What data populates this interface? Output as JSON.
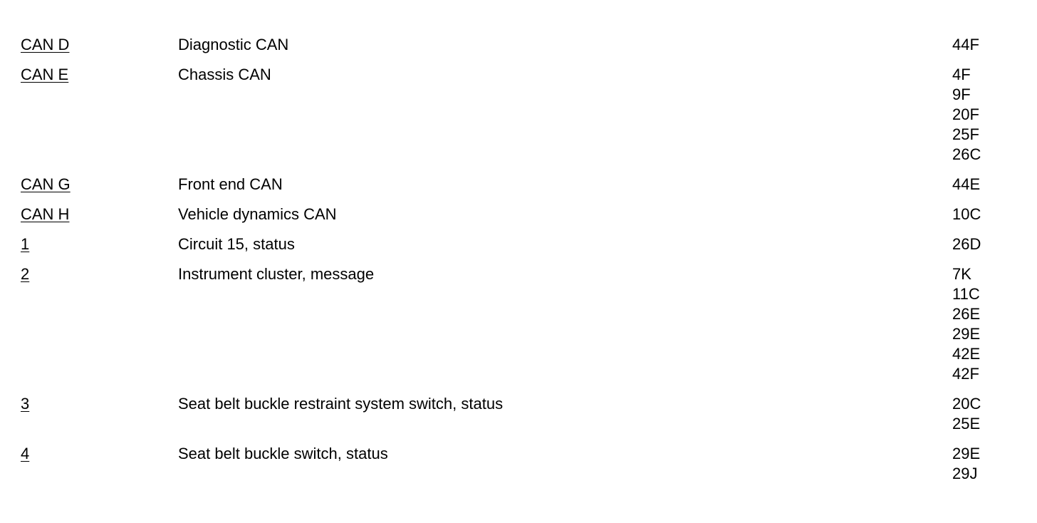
{
  "rows": [
    {
      "code": "CAN D",
      "description": "Diagnostic CAN",
      "refs": [
        "44F"
      ]
    },
    {
      "code": "CAN E",
      "description": "Chassis CAN",
      "refs": [
        "4F",
        "9F",
        "20F",
        "25F",
        "26C"
      ]
    },
    {
      "code": "CAN G",
      "description": "Front end CAN",
      "refs": [
        "44E"
      ]
    },
    {
      "code": "CAN H",
      "description": "Vehicle dynamics CAN",
      "refs": [
        "10C"
      ]
    },
    {
      "code": "1",
      "description": "Circuit 15, status",
      "refs": [
        "26D"
      ]
    },
    {
      "code": "2",
      "description": "Instrument cluster, message",
      "refs": [
        "7K",
        "11C",
        "26E",
        "29E",
        "42E",
        "42F"
      ]
    },
    {
      "code": "3",
      "description": "Seat belt buckle restraint system switch, status",
      "refs": [
        "20C",
        "25E"
      ]
    },
    {
      "code": "4",
      "description": "Seat belt buckle switch, status",
      "refs": [
        "29E",
        "29J"
      ]
    }
  ]
}
